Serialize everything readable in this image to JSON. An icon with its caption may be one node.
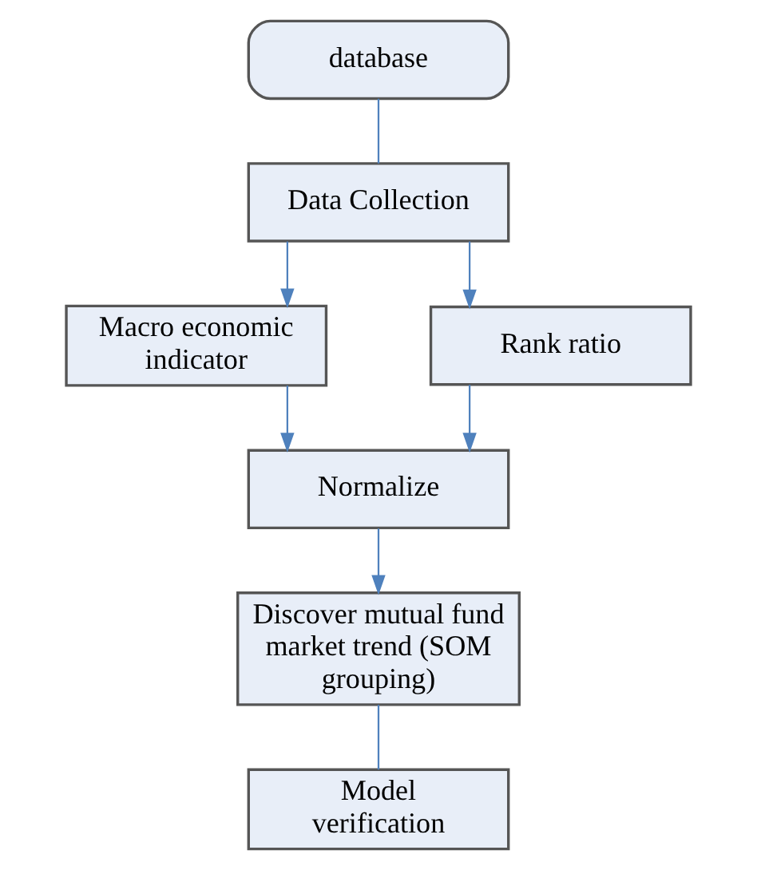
{
  "diagram": {
    "nodes": [
      {
        "text": [
          "database"
        ]
      },
      {
        "text": [
          "Data Collection"
        ]
      },
      {
        "text": [
          "Macro economic indicator"
        ]
      },
      {
        "text": [
          "Rank ratio"
        ]
      },
      {
        "text": [
          "Normalize"
        ]
      },
      {
        "text": [
          "Discover mutual fund market trend (SOM grouping)"
        ]
      },
      {
        "text": [
          "Model verification"
        ]
      }
    ],
    "edges": [
      {
        "from": 0,
        "to": 1,
        "arrow": "none"
      },
      {
        "from": 1,
        "to": 2,
        "arrow": "to"
      },
      {
        "from": 1,
        "to": 3,
        "arrow": "to"
      },
      {
        "from": 2,
        "to": 4,
        "arrow": "to"
      },
      {
        "from": 3,
        "to": 4,
        "arrow": "to"
      },
      {
        "from": 4,
        "to": 5,
        "arrow": "to"
      },
      {
        "from": 5,
        "to": 6,
        "arrow": "none"
      }
    ]
  }
}
